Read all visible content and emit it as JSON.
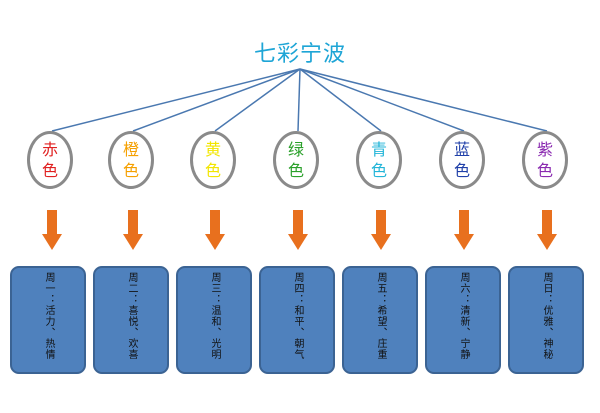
{
  "title": "七彩宁波",
  "title_color": "#1ea5d6",
  "line_color": "#4a78b0",
  "arrow_color": "#e8701e",
  "box_color": "#4f81bd",
  "colors": [
    {
      "char1": "赤",
      "char2": "色",
      "color": "#e02020",
      "text": "周一：活力、热情"
    },
    {
      "char1": "橙",
      "char2": "色",
      "color": "#f5a000",
      "text": "周二：喜悦、欢喜"
    },
    {
      "char1": "黄",
      "char2": "色",
      "color": "#f2e600",
      "text": "周三：温和、光明"
    },
    {
      "char1": "绿",
      "char2": "色",
      "color": "#2aa02a",
      "text": "周四：和平、朝气"
    },
    {
      "char1": "青",
      "char2": "色",
      "color": "#22b5d8",
      "text": "周五：希望、庄重"
    },
    {
      "char1": "蓝",
      "char2": "色",
      "color": "#1f3fa8",
      "text": "周六：清新、宁静"
    },
    {
      "char1": "紫",
      "char2": "色",
      "color": "#8a2ab0",
      "text": "周日：优雅、神秘"
    }
  ]
}
